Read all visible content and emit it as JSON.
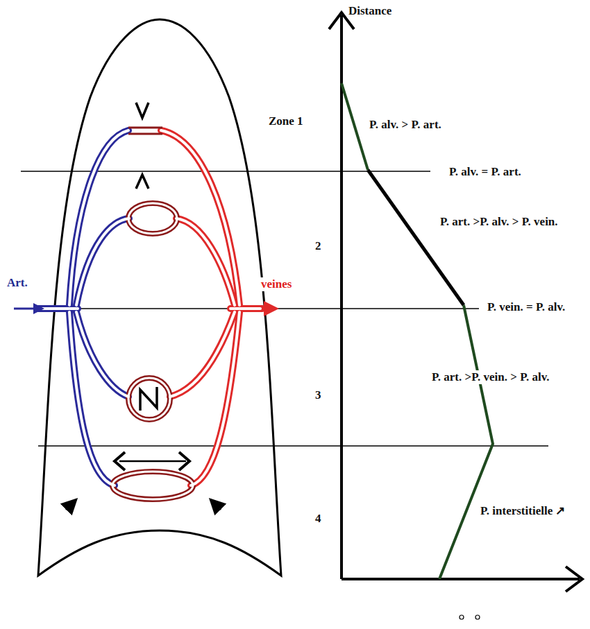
{
  "diagram": {
    "labels": [
      "Distance",
      "Zone 1",
      "P. alv. > P. art.",
      "P. alv. = P. art.",
      "P. art. >P. alv. > P. vein.",
      "2",
      "Art.",
      "veines",
      "P. vein. = P. alv.",
      "P. art. >P. vein. > P. alv.",
      "3",
      "4",
      "P. interstitielle ↗"
    ]
  }
}
